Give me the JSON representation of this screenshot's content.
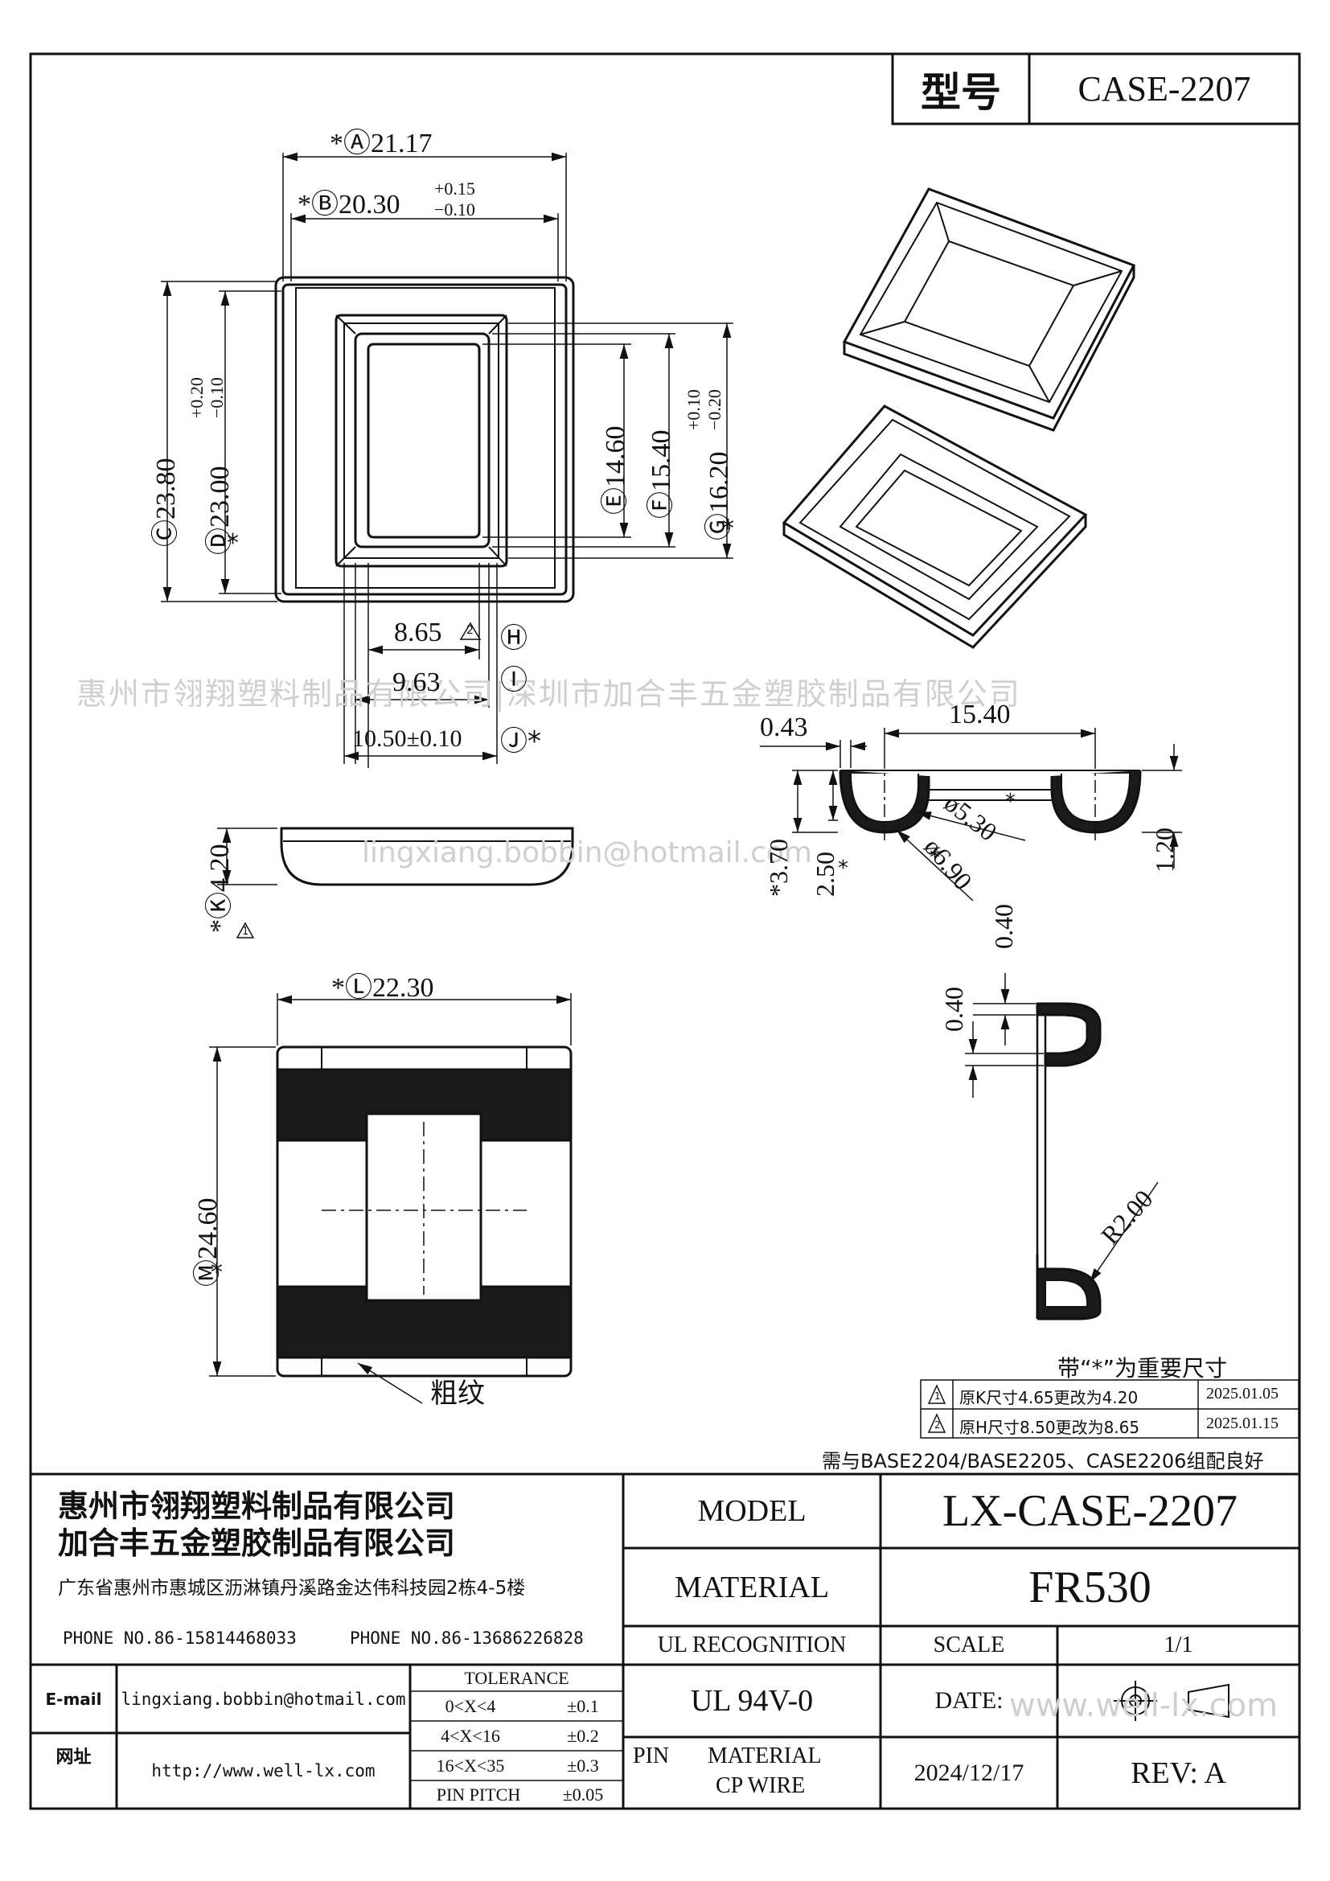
{
  "model_box": {
    "label": "型号",
    "value": "CASE-2207"
  },
  "top_view": {
    "dim_a": "*Ⓐ21.17",
    "dim_b": "*Ⓑ20.30",
    "dim_b_tol_plus": "+0.15",
    "dim_b_tol_minus": "−0.10",
    "dim_c": "Ⓒ23.80",
    "dim_d": "Ⓓ23.00",
    "dim_d_tol_plus": "+0.20",
    "dim_d_tol_minus": "−0.10",
    "dim_d_star": "*",
    "dim_e": "Ⓔ14.60",
    "dim_f": "Ⓕ15.40",
    "dim_g": "Ⓖ16.20",
    "dim_g_tol_plus": "+0.10",
    "dim_g_tol_minus": "−0.20",
    "dim_g_star": "*",
    "dim_h": "8.65",
    "dim_h_id": "Ⓗ",
    "dim_h_rev": "2",
    "dim_i": "9.63",
    "dim_i_id": "Ⓘ",
    "dim_j": "10.50±0.10",
    "dim_j_id": "Ⓙ*"
  },
  "side_view": {
    "dim_k": "*Ⓚ4.20",
    "dim_k_rev": "1"
  },
  "bottom_view": {
    "dim_l": "*Ⓛ22.30",
    "dim_m": "Ⓜ24.60",
    "dim_m_star": "*",
    "texture_label": "粗纹"
  },
  "section_view": {
    "dim_043": "0.43",
    "dim_1540": "15.40",
    "dim_530": "ø5.30",
    "dim_530_star": "*",
    "dim_690": "ø6.90",
    "dim_690_star": "*",
    "dim_370": "*3.70",
    "dim_250": "2.50",
    "dim_250_star": "*",
    "dim_120": "1.20"
  },
  "edge_detail": {
    "dim_040_a": "0.40",
    "dim_040_b": "0.40",
    "radius": "R2.00"
  },
  "watermarks": {
    "company": "惠州市翎翔塑料制品有限公司|深圳市加合丰五金塑胶制品有限公司",
    "email": "lingxiang.bobbin@hotmail.com",
    "site": "www.well-lx.com"
  },
  "notes": {
    "important": "带“*”为重要尺寸",
    "revisions": [
      {
        "mark": "1",
        "text": "原K尺寸4.65更改为4.20",
        "date": "2025.01.05"
      },
      {
        "mark": "2",
        "text": "原H尺寸8.50更改为8.65",
        "date": "2025.01.15"
      }
    ],
    "assembly": "需与BASE2204/BASE2205、CASE2206组配良好"
  },
  "title_block": {
    "company1": "惠州市翎翔塑料制品有限公司",
    "company2": "加合丰五金塑胶制品有限公司",
    "address": "广东省惠州市惠城区沥淋镇丹溪路金达伟科技园2栋4-5楼",
    "phone1": "PHONE NO.86-15814468033",
    "phone2": "PHONE NO.86-13686226828",
    "email_label": "E-mail",
    "email": "lingxiang.bobbin@hotmail.com",
    "web_label": "网址",
    "web": "http://www.well-lx.com",
    "tolerance_title": "TOLERANCE",
    "tolerances": [
      {
        "range": "0<X<4",
        "value": "±0.1"
      },
      {
        "range": "4<X<16",
        "value": "±0.2"
      },
      {
        "range": "16<X<35",
        "value": "±0.3"
      },
      {
        "range": "PIN PITCH",
        "value": "±0.05"
      }
    ],
    "model_label": "MODEL",
    "model_value": "LX-CASE-2207",
    "material_label": "MATERIAL",
    "material_value": "FR530",
    "ul_label": "UL RECOGNITION",
    "ul_value": "UL 94V-0",
    "scale_label": "SCALE",
    "scale_value": "1/1",
    "date_label": "DATE:",
    "date_value": "2024/12/17",
    "pin_label": "PIN",
    "pin_material_label": "MATERIAL",
    "pin_material_value": "CP WIRE",
    "rev_label": "REV: A"
  }
}
